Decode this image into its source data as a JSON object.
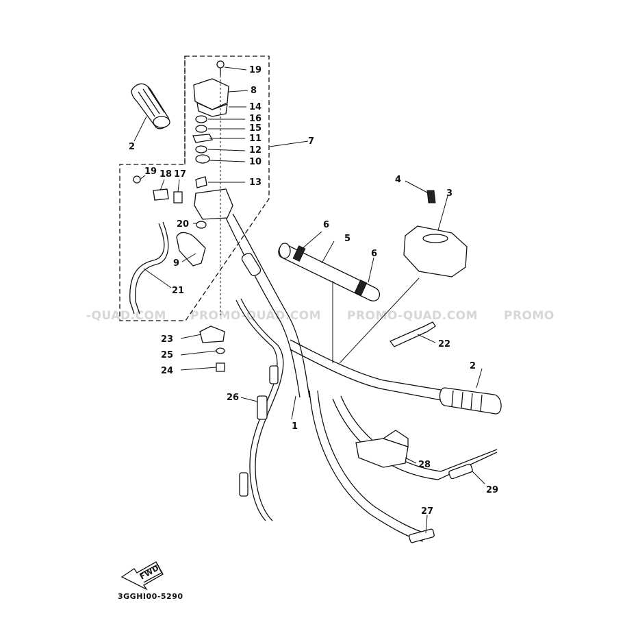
{
  "diagram": {
    "labels": [
      "1",
      "2",
      "2",
      "3",
      "4",
      "5",
      "6",
      "6",
      "7",
      "8",
      "9",
      "10",
      "11",
      "12",
      "13",
      "14",
      "15",
      "16",
      "17",
      "18",
      "19",
      "19",
      "20",
      "21",
      "22",
      "23",
      "24",
      "25",
      "26",
      "27",
      "28",
      "29"
    ],
    "part_code": "3GGHI00-5290",
    "fwd_badge": "FWD",
    "watermark": [
      "-QUAD.COM",
      "PROMO-QUAD.COM",
      "PROMO-QUAD.COM",
      "PROMO"
    ]
  }
}
